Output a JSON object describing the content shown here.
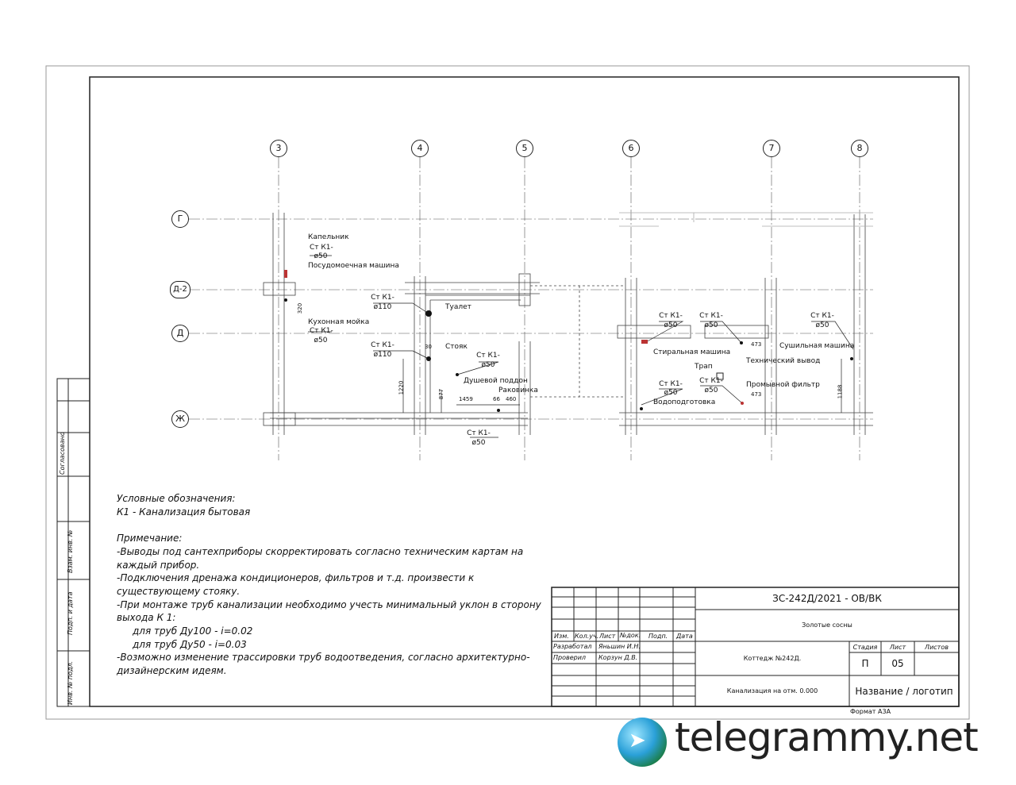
{
  "axes": {
    "vertical": [
      "3",
      "4",
      "5",
      "6",
      "7",
      "8"
    ],
    "horizontal": [
      "Г",
      "Д-2",
      "Д",
      "Ж"
    ]
  },
  "labels": {
    "kapelnik": "Капельник",
    "st50": "Ст К1-",
    "d50": "ø50",
    "d110": "ø110",
    "posudo": "Посудомоечная машина",
    "kuhnya": "Кухонная мойка",
    "tualet": "Туалет",
    "stoyak": "Стояк",
    "dush": "Душевой поддон",
    "rakovina": "Раковинка",
    "stiral": "Стиральная машина",
    "tech": "Технический вывод",
    "trap": "Трап",
    "sushil": "Сушильная машина",
    "filter": "Промывной фильтр",
    "vodopodg": "Водоподготовка"
  },
  "dims": {
    "d320": "320",
    "d1220": "1220",
    "d877": "877",
    "d1459": "1459",
    "d66": "66",
    "d460": "460",
    "d30": "30",
    "d473a": "473",
    "d473b": "473",
    "d1188": "1188"
  },
  "notes": {
    "legend_title": "Условные обозначения:",
    "legend_k1": "К1 - Канализация бытовая",
    "remark_title": "Примечание:",
    "lines": [
      "-Выводы под сантехприборы скорректировать согласно техническим картам на",
      "каждый прибор.",
      "-Подключения дренажа кондиционеров, фильтров и т.д. произвести к",
      "существующему стояку.",
      "-При монтаже труб канализации необходимо учесть минимальный уклон в сторону",
      "выхода К 1:",
      "для труб Ду100 - i=0.02",
      "для труб Ду50 - i=0.03",
      "-Возможно изменение трассировки труб водоотведения, согласно архитектурно-",
      "дизайнерским идеям."
    ]
  },
  "side": {
    "soglasovano": "Согласовано",
    "vzam": "Взам. инв. №",
    "podp": "Подп. и дата",
    "inv": "Инв. № подл."
  },
  "title_block": {
    "code": "ЗС-242Д/2021 - ОВ/ВК",
    "project": "Золотые сосны",
    "object": "Коттедж №242Д.",
    "sheet_title": "Канализация на отм. 0.000",
    "logo": "Название / логотип",
    "headers": [
      "Изм.",
      "Кол.уч.",
      "Лист",
      "№док.",
      "Подп.",
      "Дата"
    ],
    "developed_label": "Разработал",
    "developed_name": "Яньшин И.Н.",
    "checked_label": "Проверил",
    "checked_name": "Корзун Д.В.",
    "stage_label": "Стадия",
    "sheet_label": "Лист",
    "sheets_label": "Листов",
    "stage": "П",
    "sheet": "05",
    "format": "Формат А3А"
  },
  "watermark": "telegrammy.net"
}
